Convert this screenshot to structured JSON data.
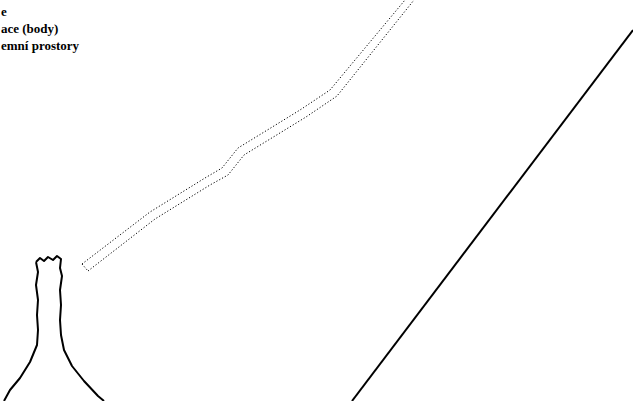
{
  "diagram": {
    "labels": [
      "e",
      "ace (body)",
      "emní prostory"
    ]
  }
}
